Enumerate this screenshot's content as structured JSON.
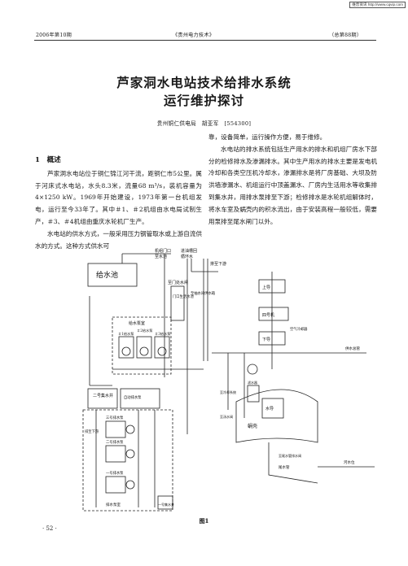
{
  "watermark": "维普资讯 http://www.cqvip.com",
  "header": {
    "left": "2006年第10期",
    "middle": "《贵州电力技术》",
    "right": "（总第88期）"
  },
  "title": {
    "line1": "芦家洞水电站技术给排水系统",
    "line2": "运行维护探讨"
  },
  "author": "贵州铜仁供电局　胡亚军　[554300]",
  "section1": {
    "heading": "1　概述",
    "para1": "芦家洞水电站位于铜仁锦江河干流，距铜仁市5公里。属于河床式水电站，水头8.3米，流量68 m³/s，装机容量为4×1250 kW。1969年开始建设，1973年第一台机组发电，运行至今33年了。其中＃1、＃2机组由水电局试制生产，＃3、＃4机组由重庆水轮机厂生产。",
    "para2": "水电站的供水方式，一般采用压力钢管取水或上游自流供水的方式。这种方式供水可"
  },
  "right_col": {
    "para0": "靠，设备简单，运行操作方便，易于维修。",
    "para1": "水电站的排水系统包括生产用水的排水和机组厂房水下部分的检修排水及渗漏排水。其中生产用水的排水主要是发电机冷却和各类空压机冷却水，渗漏排水是将厂房基础、大坝及防洪墙渗漏水、机组运行中顶盖漏水、厂房内生活用水等收集排到集水井，用排水泵排至下游；检修排水是水轮机组解体时，将水车室及蜗壳内的积水流出，由于安装高程一般较低，需要用泵排至尾水闸门以外。"
  },
  "figure": {
    "caption": "图1",
    "labels": {
      "water_tank": "给水池",
      "top_note_1": "机组门口",
      "top_note_2": "至水池",
      "top_note_3": "进油槽回",
      "top_note_4": "循环水",
      "to_downstream": "排至下游",
      "door_inlet_1": "至门处水闸",
      "door_inlet_2": "门口生活水池",
      "draw_tank": "至抽水间供水箱",
      "pump_room": "给水泵室",
      "pump1": "＃1给水泵",
      "pump2": "＃2给水泵",
      "pump3": "＃3给水泵",
      "upper_guide": "上导",
      "generator": "四号机",
      "lower_guide": "下导",
      "cooler": "空气冷却器",
      "supply_main": "供水总管",
      "sump_no2": "二号集水井",
      "scroll": "蜗壳",
      "runner": "水导",
      "to_cooling": "至冷却系统",
      "drain_valve": "至汤水阀",
      "filter": "滤水器",
      "sump_no2_label": "二号集水井",
      "auto_pump": "自动排水泵",
      "pump2_drain": "二号排水泵",
      "pump3_drain": "三号排水泵",
      "pump1_drain": "一号排水泵",
      "to_down_2": "排至下游",
      "drain_room": "排水泵室",
      "sump_no1": "一号集水井",
      "tail_water": "尾水管",
      "river_level": "河水位",
      "tail_note": "至尾水管排水阀"
    }
  },
  "page_number": "· 52 ·"
}
